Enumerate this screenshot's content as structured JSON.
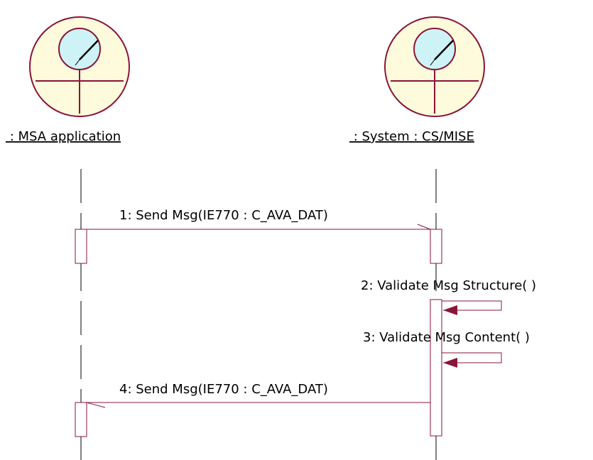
{
  "diagram": {
    "type": "sequence",
    "colors": {
      "actor_fill": "#fdfbdc",
      "actor_stroke": "#8a1538",
      "lens_fill": "#cdf3f6",
      "line": "#8a1538",
      "lifeline": "#000000",
      "arrowhead": "#8a1538"
    },
    "lifelines": [
      {
        "id": "msa",
        "label": " : MSA application",
        "icon": "actor-target-icon"
      },
      {
        "id": "cs",
        "label": " : System : CS/MISE",
        "icon": "actor-target-icon"
      }
    ],
    "messages": [
      {
        "label": "1: Send Msg(IE770 : C_AVA_DAT)",
        "from": "msa",
        "to": "cs"
      },
      {
        "label": "2: Validate Msg Structure( )",
        "from": "cs",
        "to": "cs"
      },
      {
        "label": "3: Validate Msg Content( )",
        "from": "cs",
        "to": "cs"
      },
      {
        "label": "4: Send Msg(IE770 : C_AVA_DAT)",
        "from": "cs",
        "to": "msa"
      }
    ]
  }
}
